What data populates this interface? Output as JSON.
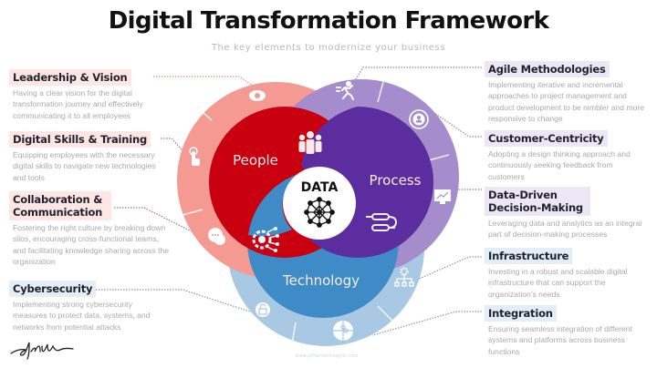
{
  "header": {
    "title": "Digital Transformation Framework",
    "subtitle": "The key elements to modernize your business"
  },
  "center": {
    "label": "DATA",
    "icon": "network-icon"
  },
  "pillars": [
    {
      "label": "People",
      "color": "#c8000f",
      "ring_color": "#f59a93",
      "icon": "team-icon"
    },
    {
      "label": "Process",
      "color": "#5b2d9e",
      "ring_color": "#a58ccd",
      "icon": "workflow-icon"
    },
    {
      "label": "Technology",
      "color": "#3e8bc7",
      "ring_color": "#a9c8e4",
      "icon": "gear-circuit-icon"
    }
  ],
  "left_items": [
    {
      "title": "Leadership & Vision",
      "description": "Having a clear vision for the digital transformation journey and effectively communicating it to all employees",
      "icon": "eye-icon"
    },
    {
      "title": "Digital Skills & Training",
      "description": "Equipping employees with the necessary digital skills to navigate new technologies and tools",
      "icon": "touch-hand-icon"
    },
    {
      "title": "Collaboration & Communication",
      "description": "Fostering the right culture by breaking down silos, encouraging cross-functional teams, and facilitating knowledge sharing across the organization",
      "icon": "chat-bubbles-icon"
    },
    {
      "title": "Cybersecurity",
      "description": "Implementing strong cybersecurity measures to protect data, systems, and networks from potential attacks",
      "icon": "lock-icon"
    }
  ],
  "right_items": [
    {
      "title": "Agile Methodologies",
      "description": "Implementing iterative and incremental approaches to project management and product development to be nimbler and more responsive to change",
      "icon": "runner-icon"
    },
    {
      "title": "Customer-Centricity",
      "description": "Adopting a design thinking approach and continuously seeking feedback from customers",
      "icon": "customer-target-icon"
    },
    {
      "title": "Data-Driven Decision-Making",
      "description": "Leveraging data and analytics as an integral part of decision-making processes",
      "icon": "analytics-monitor-icon"
    },
    {
      "title": "Infrastructure",
      "description": "Investing in a robust and scalable digital infrastructure that can support the organization's needs",
      "icon": "hierarchy-gear-icon"
    },
    {
      "title": "Integration",
      "description": "Ensuring seamless integration of different systems and platforms across business functions",
      "icon": "puzzle-icon"
    }
  ],
  "colors": {
    "people_accent": "#c8000f",
    "process_accent": "#5b2d9e",
    "technology_accent": "#3e8bc7"
  }
}
